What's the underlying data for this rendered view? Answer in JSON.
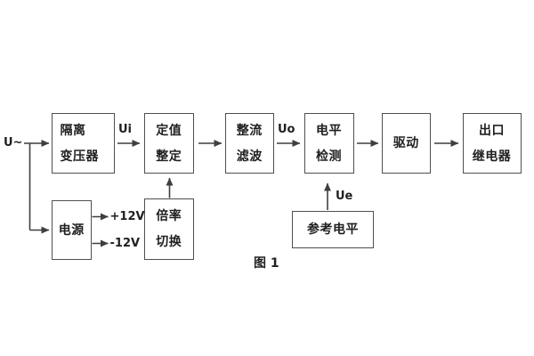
{
  "figure": {
    "caption": "图 1",
    "background_color": "#ffffff",
    "line_color": "#3f3f3f",
    "box_border_color": "#4f4f4f",
    "text_color": "#1f1f1f"
  },
  "signals": {
    "input": "U~",
    "ui": "Ui",
    "uo": "Uo",
    "ue": "Ue",
    "plus_12v": "+12V",
    "minus_12v": "-12V"
  },
  "blocks": {
    "isolation_transformer": {
      "line1": "隔离",
      "line2": "变压器"
    },
    "value_setting": {
      "line1": "定值",
      "line2": "整定"
    },
    "rectifier_filter": {
      "line1": "整流",
      "line2": "滤波"
    },
    "level_detection": {
      "line1": "电平",
      "line2": "检测"
    },
    "driver": {
      "label": "驱动"
    },
    "output_relay": {
      "line1": "出口",
      "line2": "继电器"
    },
    "power_supply": {
      "label": "电源"
    },
    "ratio_switch": {
      "line1": "倍率",
      "line2": "切换"
    },
    "reference_level": {
      "label": "参考电平"
    }
  }
}
